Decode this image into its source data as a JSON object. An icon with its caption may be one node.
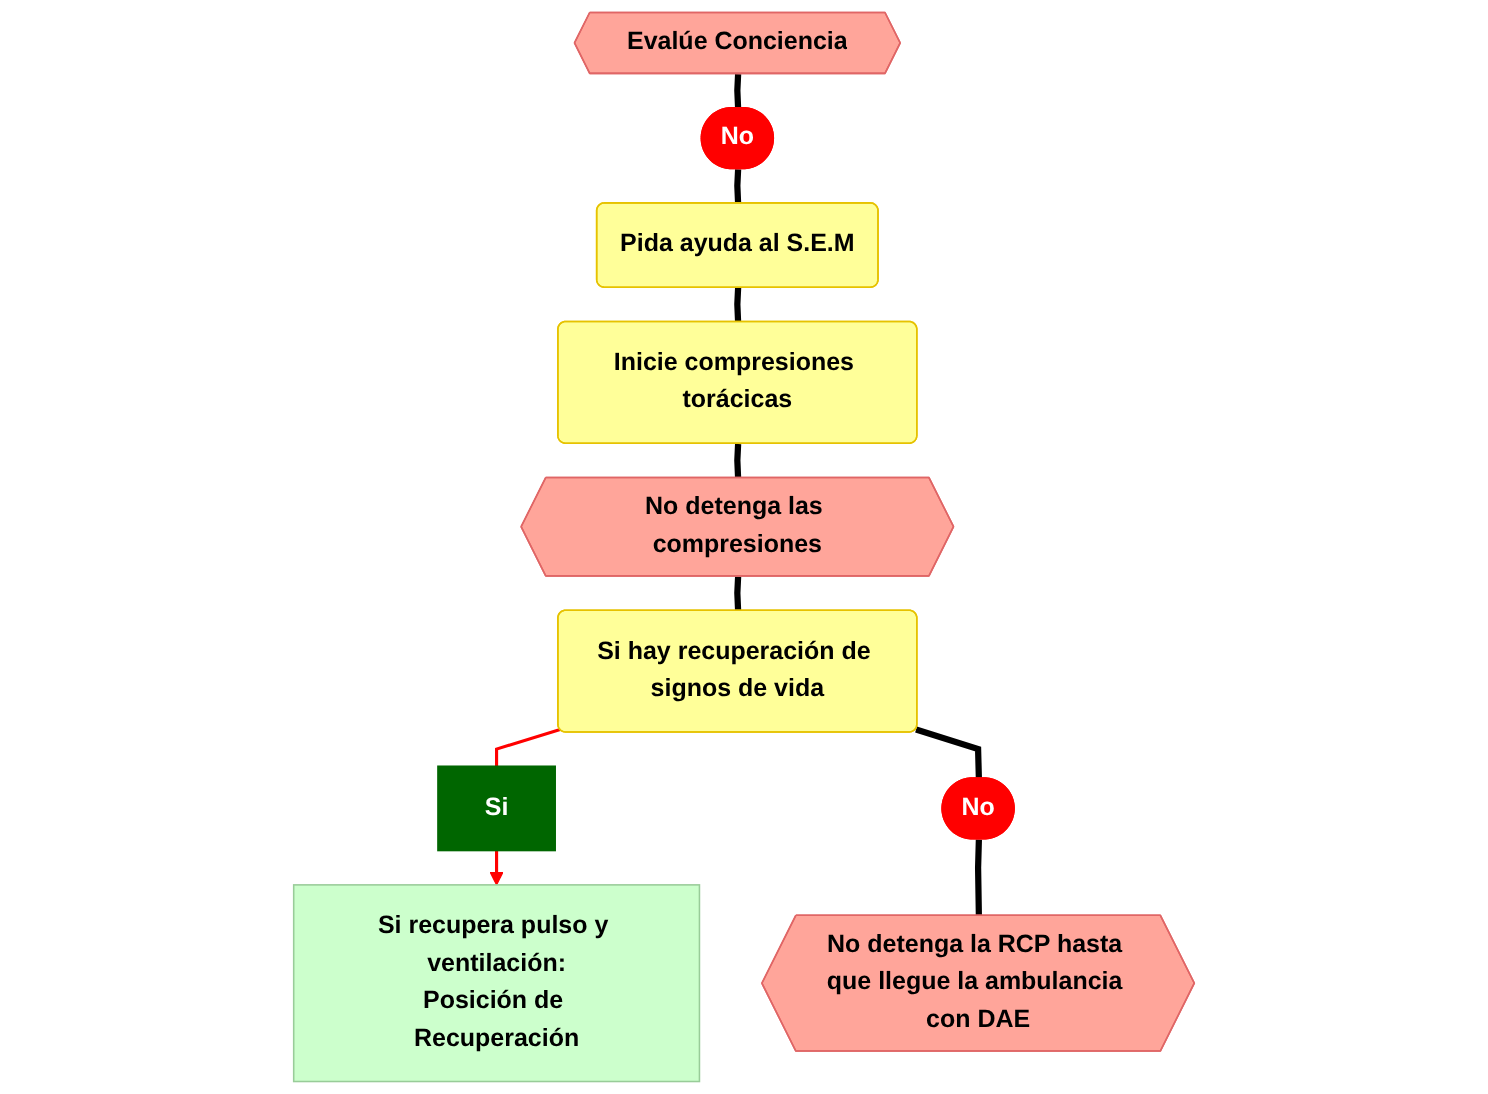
{
  "diagram": {
    "nodes": [
      {
        "text": [
          "Evalúe Conciencia"
        ]
      },
      {
        "text": [
          "No"
        ]
      },
      {
        "text": [
          "Pida ayuda al S.E.M"
        ]
      },
      {
        "text": [
          "Inicie compresiones torácicas"
        ]
      },
      {
        "text": [
          "No detenga las compresiones"
        ]
      },
      {
        "text": [
          "Si hay recuperación de signos de vida"
        ]
      },
      {
        "text": [
          "Si"
        ]
      },
      {
        "text": [
          "Si recupera pulso y ventilación:",
          "Posición de Recuperación"
        ]
      },
      {
        "text": [
          "No"
        ]
      },
      {
        "text": [
          "No detenga la RCP hasta que llegue la ambulancia con DAE"
        ]
      }
    ],
    "edges": [
      {
        "from": 0,
        "to": 1,
        "arrow": "none"
      },
      {
        "from": 1,
        "to": 2,
        "arrow": "none"
      },
      {
        "from": 2,
        "to": 3,
        "arrow": "none"
      },
      {
        "from": 3,
        "to": 4,
        "arrow": "none"
      },
      {
        "from": 4,
        "to": 5,
        "arrow": "none"
      },
      {
        "from": 5,
        "to": 6,
        "arrow": "none",
        "color": "#ff0000"
      },
      {
        "from": 6,
        "to": 7,
        "arrow": "to",
        "color": "#ff0000"
      },
      {
        "from": 5,
        "to": 8,
        "arrow": "none"
      },
      {
        "from": 8,
        "to": 9,
        "arrow": "none"
      }
    ]
  }
}
